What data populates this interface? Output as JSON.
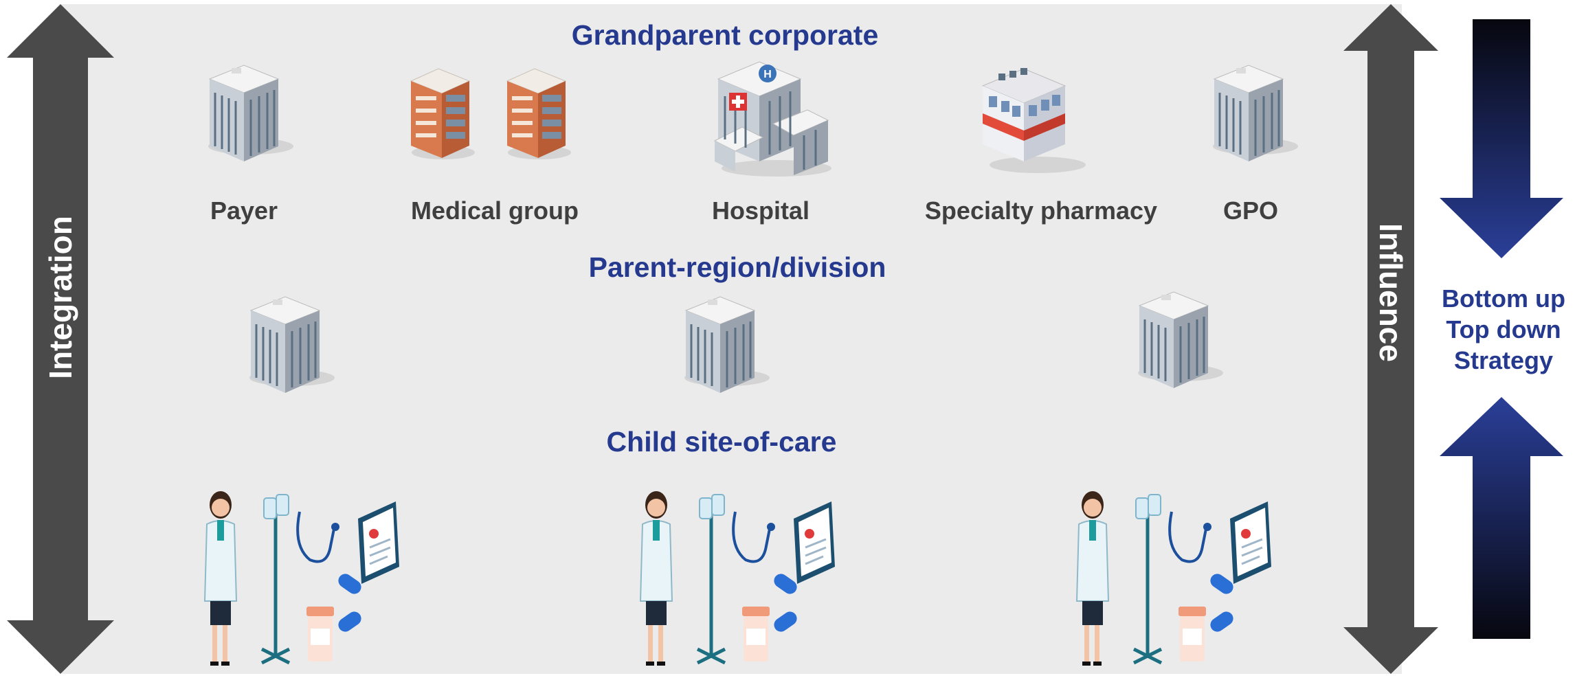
{
  "headings": {
    "grandparent": "Grandparent corporate",
    "parent": "Parent-region/division",
    "child": "Child site-of-care"
  },
  "entities": [
    {
      "label": "Payer",
      "icon": "office-building-icon"
    },
    {
      "label": "Medical group",
      "icon": "brick-buildings-icon"
    },
    {
      "label": "Hospital",
      "icon": "hospital-icon"
    },
    {
      "label": "Specialty pharmacy",
      "icon": "pharmacy-building-icon"
    },
    {
      "label": "GPO",
      "icon": "office-building-icon"
    }
  ],
  "side_labels": {
    "left": "Integration",
    "right": "Influence"
  },
  "strategy": {
    "line1": "Bottom up",
    "line2": "Top down",
    "line3": "Strategy"
  },
  "colors": {
    "heading": "#253a8f",
    "label": "#3f3f3f",
    "arrow_gray": "#4a4a4a",
    "arrow_blue": "#253a8f",
    "panel": "#ebebeb"
  }
}
